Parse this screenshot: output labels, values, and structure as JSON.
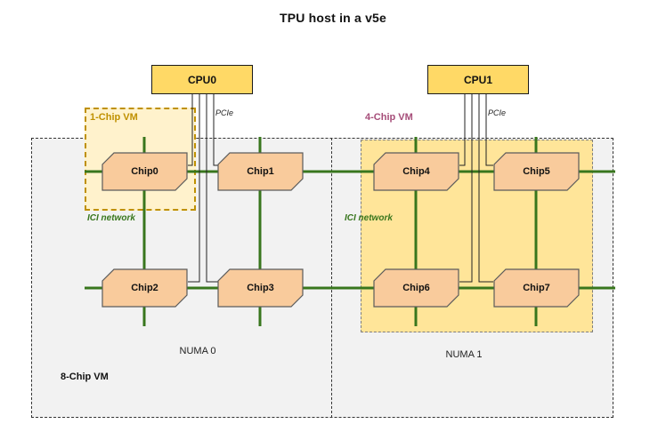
{
  "title": "TPU host in a v5e",
  "cpus": [
    "CPU0",
    "CPU1"
  ],
  "chips": [
    "Chip0",
    "Chip1",
    "Chip2",
    "Chip3",
    "Chip4",
    "Chip5",
    "Chip6",
    "Chip7"
  ],
  "vm_labels": {
    "one_chip": "1-Chip VM",
    "four_chip": "4-Chip VM",
    "eight_chip": "8-Chip VM"
  },
  "network_labels": {
    "pcie": "PCIe",
    "ici": "ICI network"
  },
  "numa": [
    "NUMA 0",
    "NUMA 1"
  ],
  "colors": {
    "cpu_fill": "#ffd966",
    "chip_fill": "#f9cb9c",
    "chip_border": "#5b5b5b",
    "one_chip_vm_fill": "#fff2cc",
    "one_chip_vm_border": "#bf9000",
    "one_chip_vm_label": "#bf9000",
    "four_chip_vm_fill": "#ffe599",
    "four_chip_vm_label": "#a64d79",
    "eight_chip_vm_fill": "#f2f2f2",
    "ici_green": "#38761d",
    "pcie_line": "#222222"
  }
}
